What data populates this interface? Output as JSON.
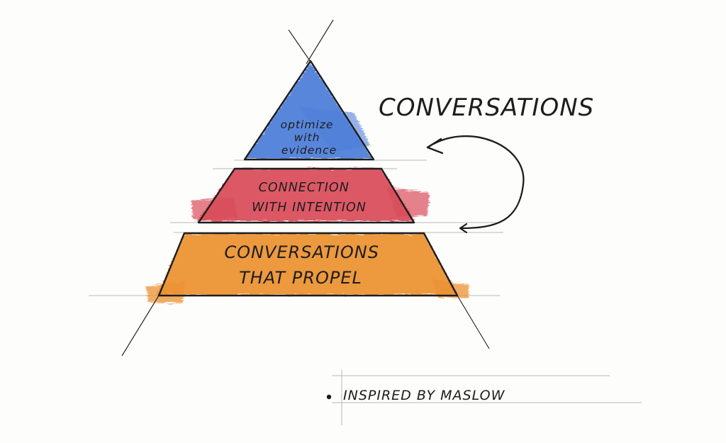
{
  "title": "CONVERSATIONS",
  "levels": [
    {
      "lines": [
        "optimize",
        "with",
        "evidence"
      ],
      "color": "#4f7fd9"
    },
    {
      "lines": [
        "CONNECTION",
        "WITH INTENTION"
      ],
      "color": "#d94b5a"
    },
    {
      "lines": [
        "CONVERSATIONS",
        "THAT PROPEL"
      ],
      "color": "#ec9132"
    }
  ],
  "footnote": "INSPIRED BY MASLOW",
  "colors": {
    "ink": "#1d1d1d",
    "guide": "#b9b9b9"
  }
}
